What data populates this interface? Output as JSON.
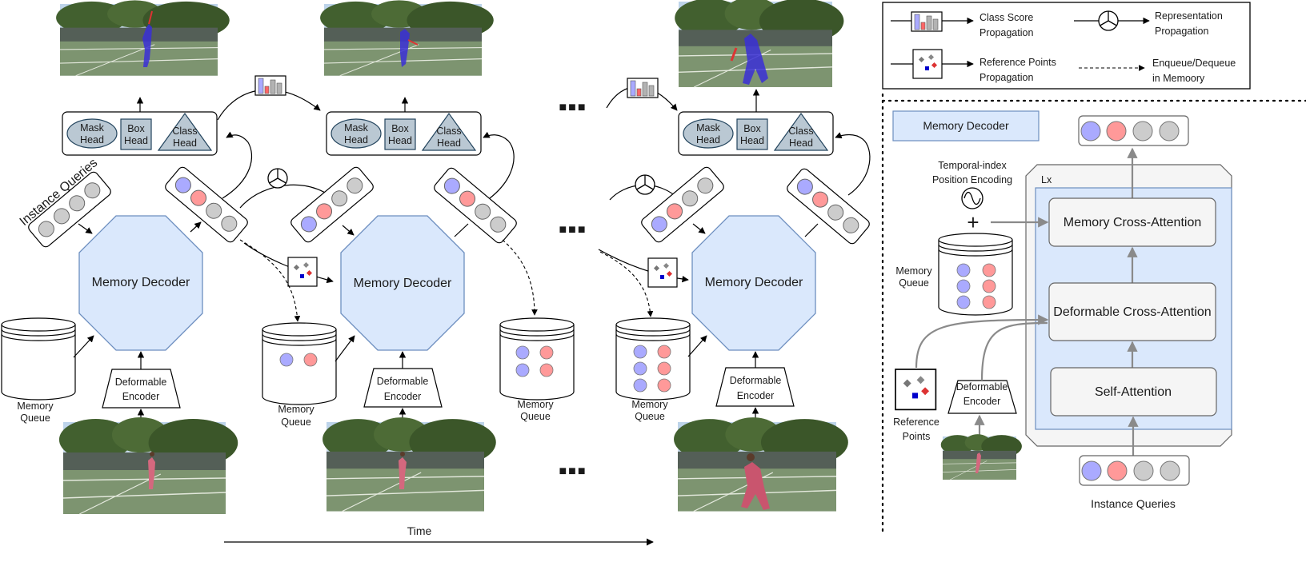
{
  "labels": {
    "memory_decoder": "Memory Decoder",
    "deformable": "Deformable",
    "encoder": "Encoder",
    "mask": "Mask",
    "box": "Box",
    "class": "Class",
    "head": "Head",
    "memory": "Memory",
    "queue": "Queue",
    "instance_queries_rot": "Instance Queries",
    "time": "Time",
    "ellipsis": "■■■"
  },
  "legend": {
    "class_score_1": "Class Score",
    "class_score_2": "Propagation",
    "representation_1": "Representation",
    "representation_2": "Propagation",
    "reference_1": "Reference Points",
    "reference_2": "Propagation",
    "enqueue_1": "Enqueue/Dequeue",
    "enqueue_2": "in Memoory"
  },
  "detail": {
    "title": "Memory Decoder",
    "temporal_1": "Temporal-index",
    "temporal_2": "Position Encoding",
    "plus": "+",
    "lx": "Lx",
    "memory_cross": "Memory Cross-Attention",
    "deformable_cross": "Deformable Cross-Attention",
    "self_attention": "Self-Attention",
    "memory": "Memory",
    "queue": "Queue",
    "reference": "Reference",
    "points": "Points",
    "deformable": "Deformable",
    "encoder": "Encoder",
    "instance_queries": "Instance Queries"
  },
  "colors": {
    "decoder_fill": "#dae8fc",
    "decoder_stroke": "#6c8ebf",
    "head_fill": "#bac8d3",
    "head_stroke": "#23445d",
    "query_purple": "#aaaaff",
    "query_red": "#ff9999",
    "query_gray": "#cccccc",
    "block_fill": "#f5f5f5"
  }
}
